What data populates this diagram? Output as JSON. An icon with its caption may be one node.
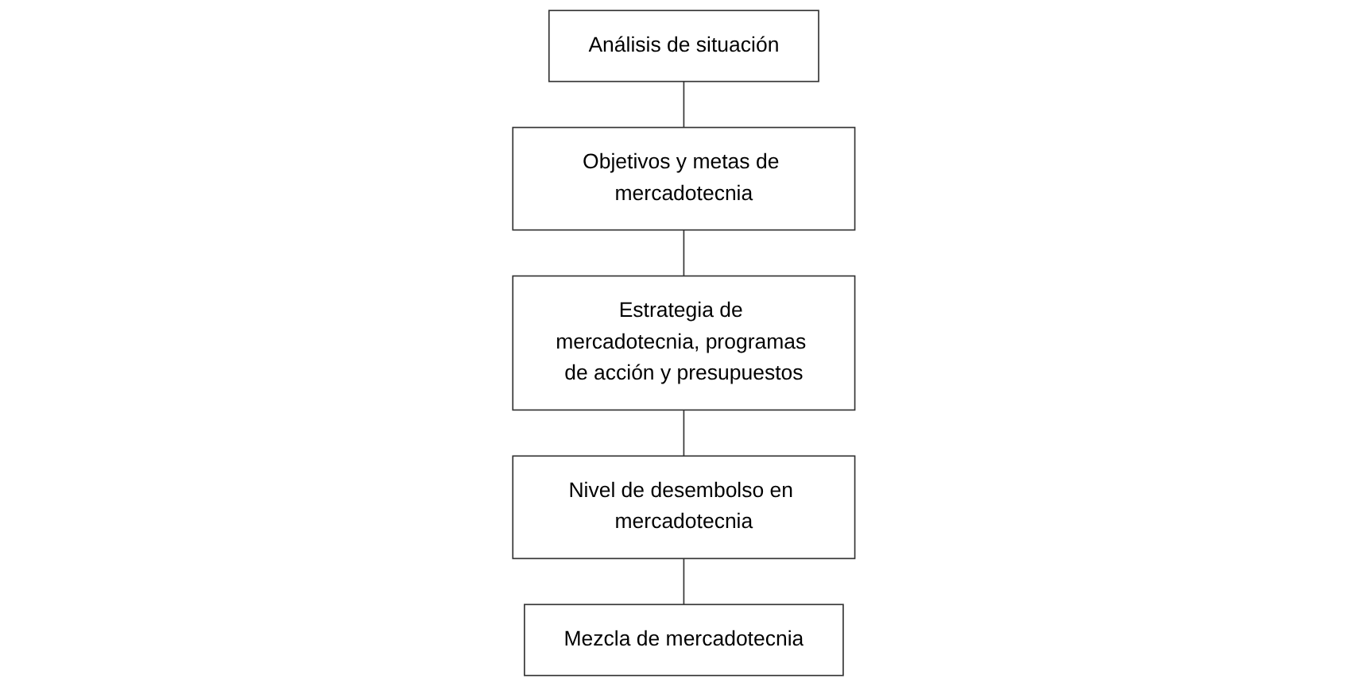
{
  "diagram": {
    "nodes": [
      {
        "text": [
          "Análisis de situación"
        ]
      },
      {
        "text": [
          "Objetivos y metas de mercadotecnia"
        ]
      },
      {
        "text": [
          "Estrategia de mercadotecnia, programas de acción y presupuestos"
        ]
      },
      {
        "text": [
          "Nivel de desembolso en mercadotecnia"
        ]
      },
      {
        "text": [
          "Mezcla de mercadotecnia"
        ]
      }
    ],
    "edges": [
      {
        "from": 0,
        "to": 1,
        "arrow": "none"
      },
      {
        "from": 1,
        "to": 2,
        "arrow": "none"
      },
      {
        "from": 2,
        "to": 3,
        "arrow": "none"
      },
      {
        "from": 3,
        "to": 4,
        "arrow": "none"
      }
    ]
  }
}
